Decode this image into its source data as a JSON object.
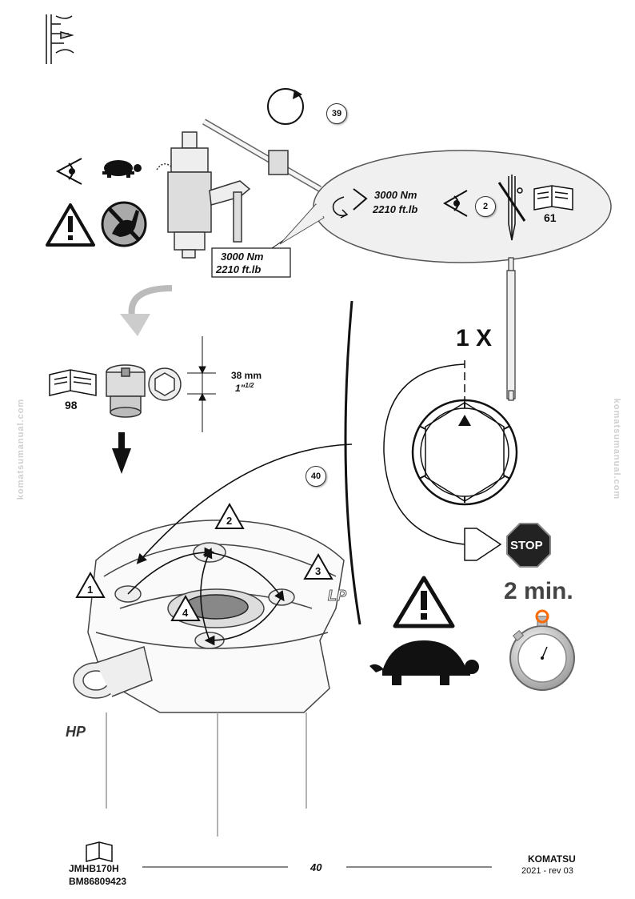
{
  "refs": {
    "step_top": "39",
    "step_main": "40",
    "callout_step": "2",
    "callout_book": "61",
    "tool_book": "98"
  },
  "torque": {
    "callout_nm": "3000 Nm",
    "callout_ftlb": "2210 ft.lb",
    "box_nm": "3000 Nm",
    "box_ftlb": "2210 ft.lb"
  },
  "socket": {
    "size_mm": "38 mm",
    "size_in": "1\"",
    "size_in_sup": "1/2"
  },
  "sequence": {
    "repeat": "1 X",
    "stop_sign": "STOP",
    "wait": "2 min.",
    "bolt_labels": [
      "1",
      "2",
      "3",
      "4"
    ],
    "side_lp": "LP",
    "side_hp": "HP"
  },
  "watermark": "komatsumanual.com",
  "footer": {
    "model": "JMHB170H",
    "serial": "BM86809423",
    "page": "40",
    "brand": "KOMATSU",
    "revision": "2021 -  rev 03"
  }
}
